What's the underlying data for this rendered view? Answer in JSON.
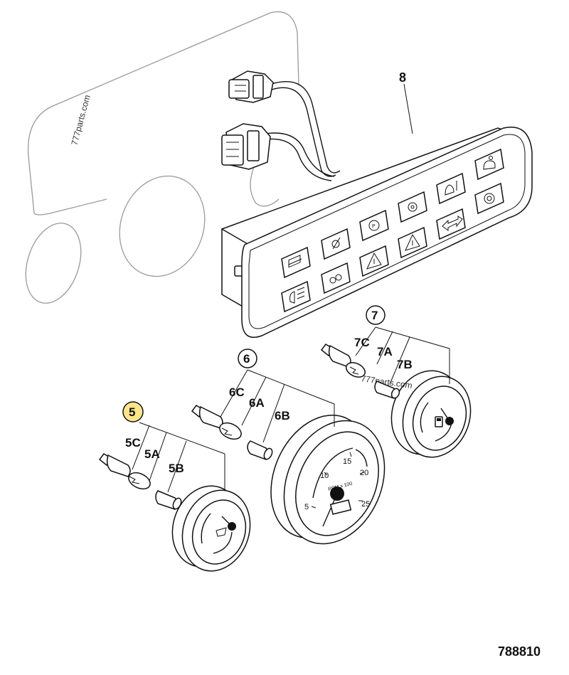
{
  "watermarks": [
    "777parts.com",
    "777parts.com"
  ],
  "callouts": {
    "panel": "8",
    "group7": "7",
    "group6": "6",
    "group5": "5",
    "c7C": "7C",
    "c7A": "7A",
    "c7B": "7B",
    "c6C": "6C",
    "c6A": "6A",
    "c6B": "6B",
    "c5C": "5C",
    "c5A": "5A",
    "c5B": "5B"
  },
  "tachometer": {
    "scale": [
      "5",
      "10",
      "15",
      "20",
      "25"
    ],
    "unit": "RPM x 100"
  },
  "highlight_color": "#fde58a",
  "figure_number": "788810"
}
